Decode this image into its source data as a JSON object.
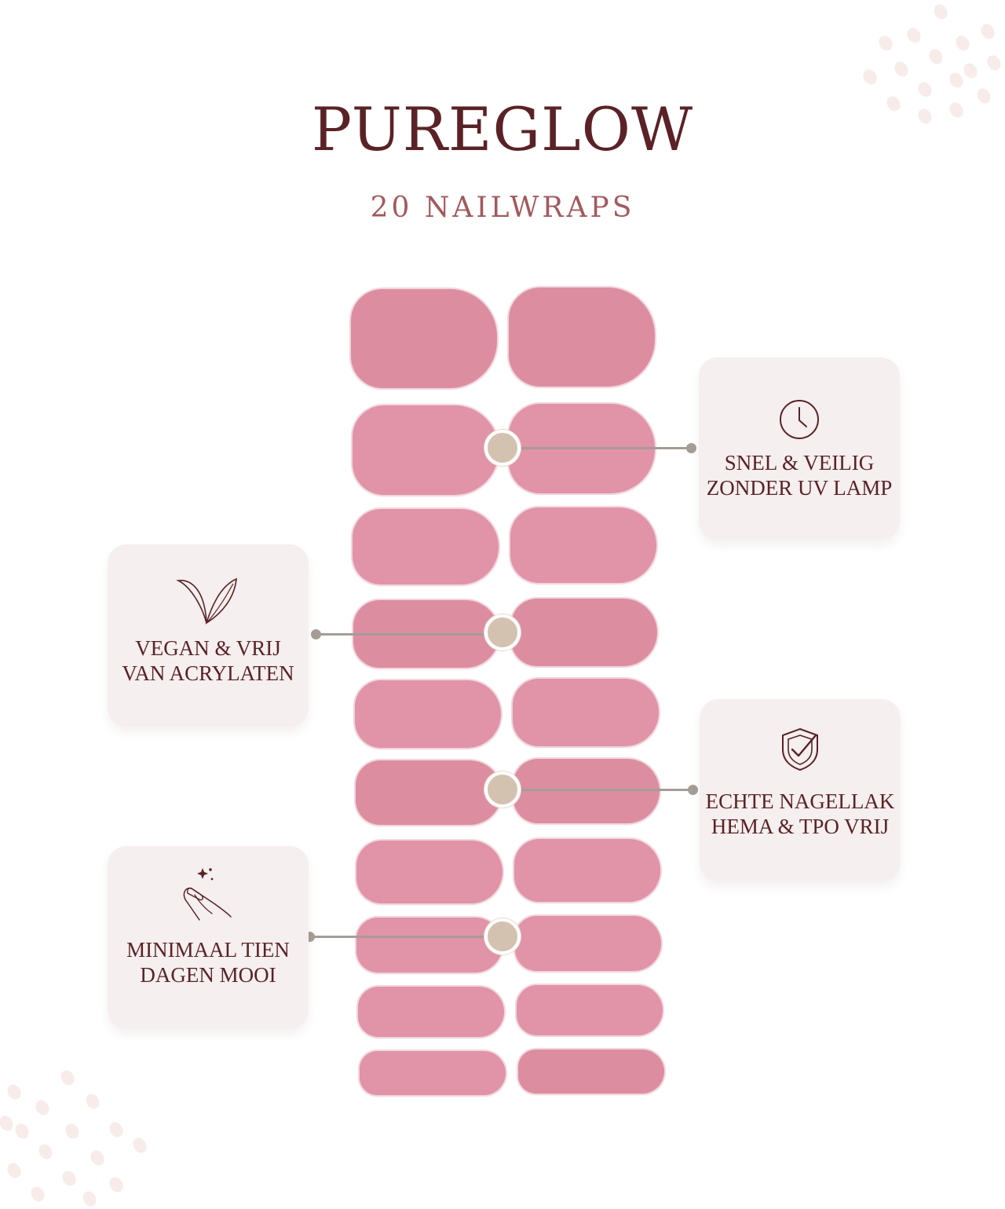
{
  "brand": {
    "title": "PUREGLOW",
    "subtitle": "20 NAILWRAPS"
  },
  "features": [
    {
      "id": "speed",
      "icon": "clock-icon",
      "text": "SNEL & VEILIG\nZONDER UV LAMP"
    },
    {
      "id": "vegan",
      "icon": "leaf-icon",
      "text": "VEGAN & VRIJ\nVAN ACRYLATEN"
    },
    {
      "id": "polish",
      "icon": "shield-check-icon",
      "text": "ECHTE NAGELLAK\nHEMA & TPO VRIJ"
    },
    {
      "id": "duration",
      "icon": "sparkle-nail-icon",
      "text": "MINIMAAL TIEN\nDAGEN MOOI"
    }
  ],
  "product": {
    "wrap_count": 20,
    "color": "#e193a8"
  },
  "colors": {
    "title": "#5a2226",
    "subtitle": "#a15a5e",
    "card": "#f5efef",
    "marker": "#d4c2b1",
    "line": "#a59d96"
  }
}
